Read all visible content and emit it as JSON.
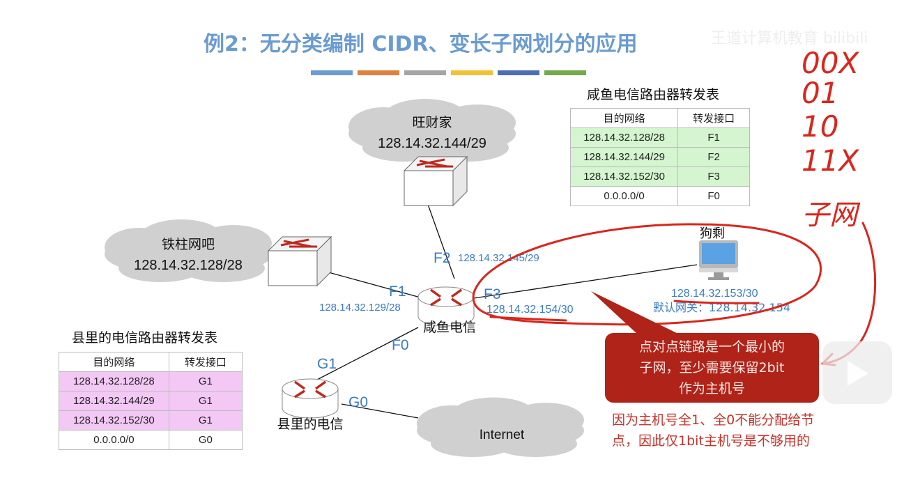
{
  "title": "例2：无分类编制 CIDR、变长子网划分的应用",
  "watermark": "王道计算机教育 bilibili",
  "accent_colors": [
    "#6a9bd1",
    "#e0813f",
    "#a5a5a5",
    "#f2c234",
    "#4a6fb5",
    "#72aa4c"
  ],
  "clouds": {
    "wangcaijia": {
      "name": "旺财家",
      "subnet": "128.14.32.144/29"
    },
    "tiezhu": {
      "name": "铁柱网吧",
      "subnet": "128.14.32.128/28"
    },
    "internet": {
      "name": "Internet"
    }
  },
  "routers": {
    "xianyu": {
      "name": "咸鱼电信"
    },
    "county": {
      "name": "县里的电信"
    }
  },
  "host": {
    "name": "狗剩",
    "ip": "128.14.32.153/30",
    "gateway": "默认网关：128.14.32.154"
  },
  "interfaces": {
    "f2": "F2",
    "f2_ip": "128.14.32.145/29",
    "f1": "F1",
    "f1_ip": "128.14.32.129/28",
    "f3": "F3",
    "f3_ip": "128.14.32.154/30",
    "f0": "F0",
    "g1": "G1",
    "g0": "G0"
  },
  "table_xianyu": {
    "title": "咸鱼电信路由器转发表",
    "headers": [
      "目的网络",
      "转发接口"
    ],
    "rows": [
      [
        "128.14.32.128/28",
        "F1"
      ],
      [
        "128.14.32.144/29",
        "F2"
      ],
      [
        "128.14.32.152/30",
        "F3"
      ],
      [
        "0.0.0.0/0",
        "F0"
      ]
    ],
    "highlight": "#d4f5cf"
  },
  "table_county": {
    "title": "县里的电信路由器转发表",
    "headers": [
      "目的网络",
      "转发接口"
    ],
    "rows": [
      [
        "128.14.32.128/28",
        "G1"
      ],
      [
        "128.14.32.144/29",
        "G1"
      ],
      [
        "128.14.32.152/30",
        "G1"
      ],
      [
        "0.0.0.0/0",
        "G0"
      ]
    ],
    "highlight": "#f3c8f5"
  },
  "callout": {
    "lines": [
      "点对点链路是一个最小的",
      "子网，至少需要保留2bit",
      "作为主机号"
    ]
  },
  "note": {
    "lines": [
      "因为主机号全1、全0不能分配给节",
      "点，因此仅1bit主机号是不够用的"
    ]
  },
  "handwriting": [
    "00X",
    "01",
    "10",
    "11X",
    "子网"
  ],
  "annotation_color": "#d9261c"
}
